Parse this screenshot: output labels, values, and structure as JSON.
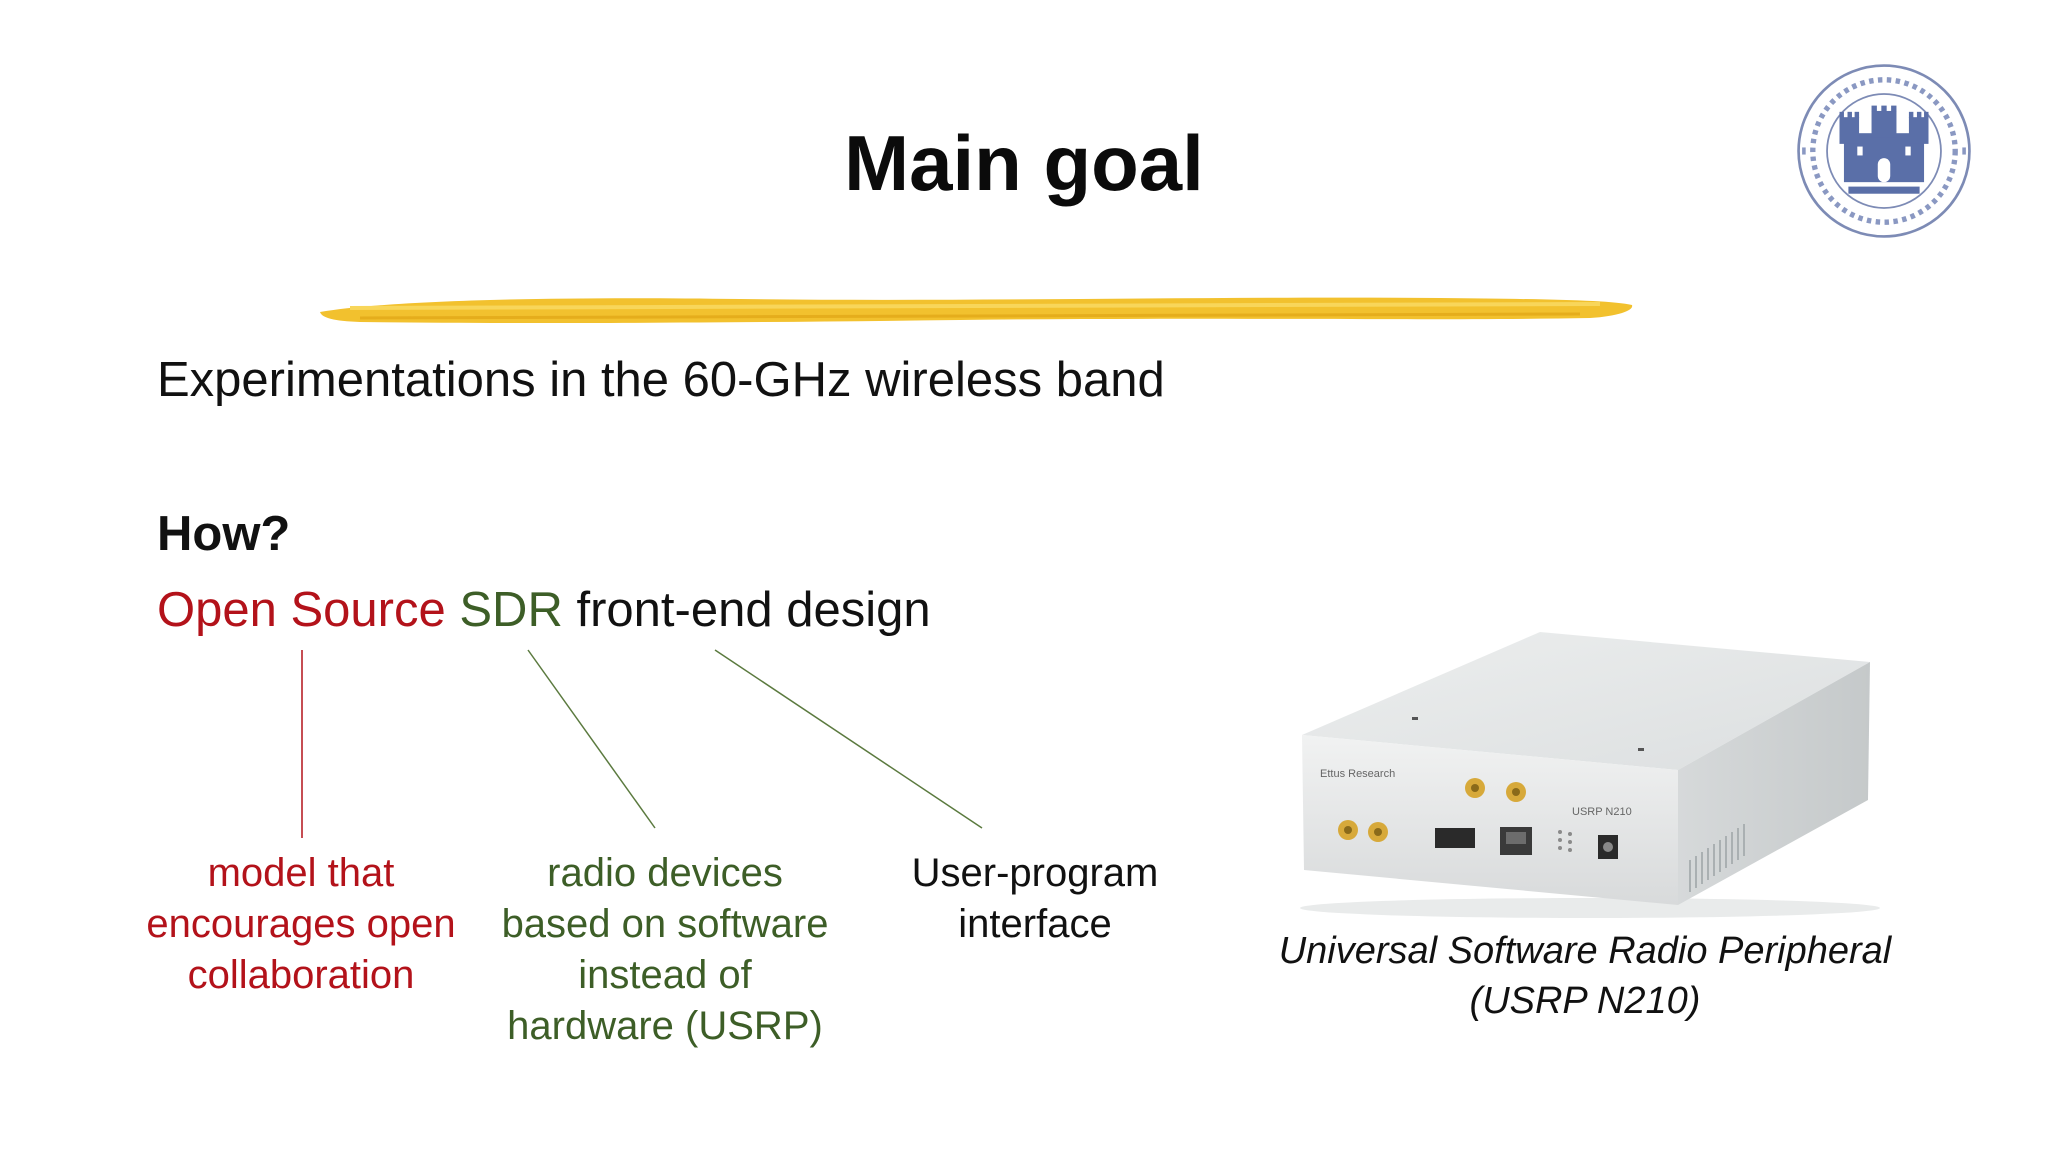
{
  "slide": {
    "title": "Main goal",
    "subtitle_line": "Experimentations in the 60-GHz wireless band",
    "how_label": "How?",
    "design": {
      "open_source": "Open Source",
      "sdr": "SDR",
      "rest": "front-end design"
    },
    "captions": {
      "open_source": [
        "model that",
        "encourages open",
        "collaboration"
      ],
      "sdr": [
        "radio devices",
        "based on software",
        "instead of",
        "hardware (USRP)"
      ],
      "interface": [
        "User-program",
        "interface"
      ]
    },
    "device": {
      "brand": "Ettus Research",
      "model_label": "USRP N210",
      "caption": [
        "Universal Software Radio Peripheral",
        "(USRP N210)"
      ]
    }
  },
  "colors": {
    "accent_red": "#b3121a",
    "accent_green": "#3d5e27",
    "brush_yellow": "#f2c12e",
    "seal_blue": "#5a6fa8"
  },
  "icons": {
    "logo": "university-seal-icon",
    "decoration": "yellow-brush-stroke"
  }
}
